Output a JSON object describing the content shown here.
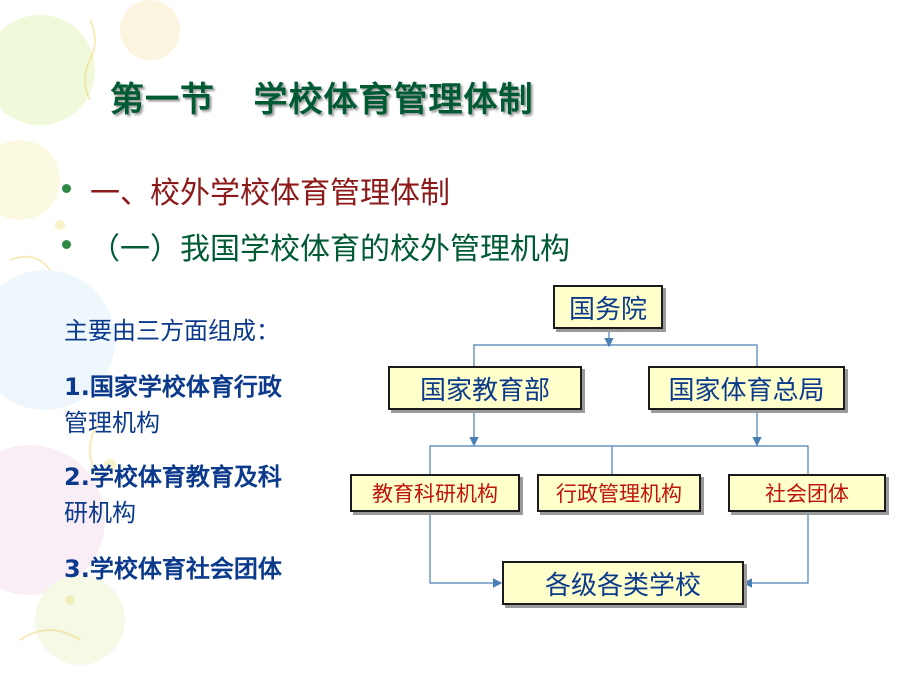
{
  "title": "第一节   学校体育管理体制",
  "bullets": [
    {
      "text": "一、校外学校体育管理体制"
    },
    {
      "text": "（一）我国学校体育的校外管理机构"
    }
  ],
  "left_panel": {
    "intro": "主要由三方面组成：",
    "items": [
      {
        "line1": "1.国家学校体育行政",
        "line2": "管理机构"
      },
      {
        "line1": "2.学校体育教育及科",
        "line2": "研机构"
      },
      {
        "line1": "3.学校体育社会团体",
        "line2": ""
      }
    ]
  },
  "org_chart": {
    "top": "国务院",
    "level2": [
      "国家教育部",
      "国家体育总局"
    ],
    "level3": [
      "教育科研机构",
      "行政管理机构",
      "社会团体"
    ],
    "bottom": "各级各类学校"
  },
  "colors": {
    "title": "#005a33",
    "bullet_red": "#8c1a1a",
    "body_blue": "#0b3a8c",
    "box_fill": "#ffffcc",
    "box_red_text": "#c0140a",
    "connector": "#4a7fb5"
  }
}
